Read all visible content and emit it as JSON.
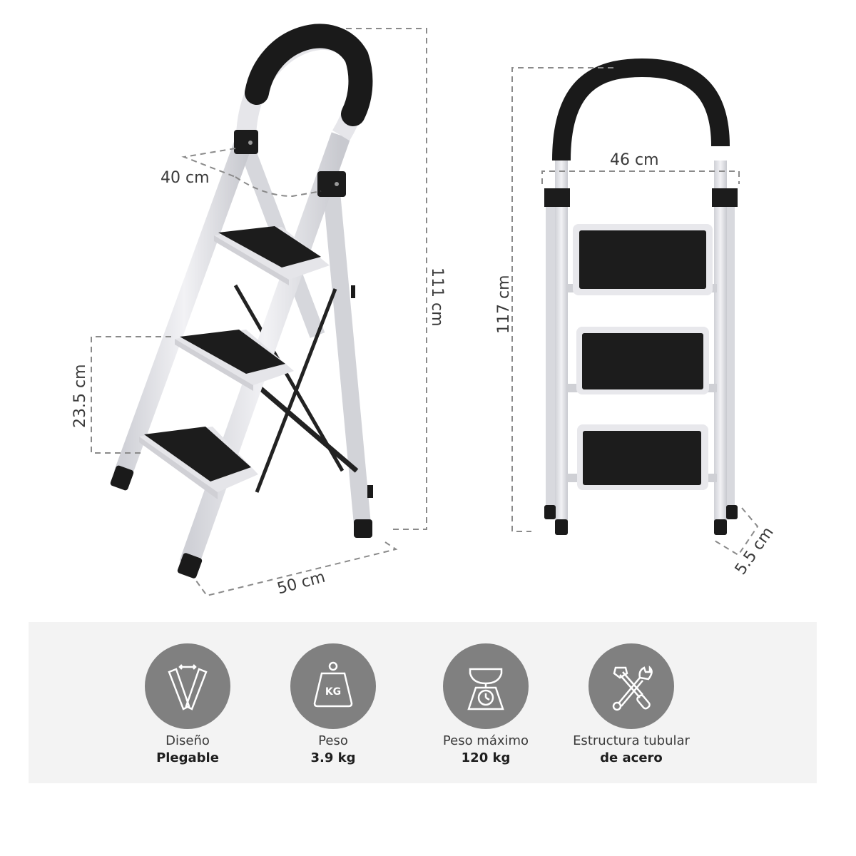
{
  "side_view": {
    "dimensions": {
      "depth": "40 cm",
      "height": "111 cm",
      "step_spacing": "23.5 cm",
      "base_length": "50 cm"
    },
    "steps": 3
  },
  "front_view": {
    "dimensions": {
      "width": "46 cm",
      "height": "117 cm",
      "leg_width": "5.5 cm"
    },
    "steps": 3
  },
  "features": [
    {
      "icon": "folding-icon",
      "line1": "Diseño",
      "line2": "Plegable"
    },
    {
      "icon": "kg-weight-icon",
      "line1": "Peso",
      "line2": "3.9 kg"
    },
    {
      "icon": "scale-icon",
      "line1": "Peso máximo",
      "line2": "120 kg"
    },
    {
      "icon": "tools-icon",
      "line1": "Estructura tubular",
      "line2": "de acero"
    }
  ],
  "colors": {
    "frame": "#e4e4e8",
    "tread": "#1c1c1c",
    "icon_circle": "#808080",
    "panel_bg": "#f3f3f3",
    "dimension_line": "#8a8a8a"
  }
}
